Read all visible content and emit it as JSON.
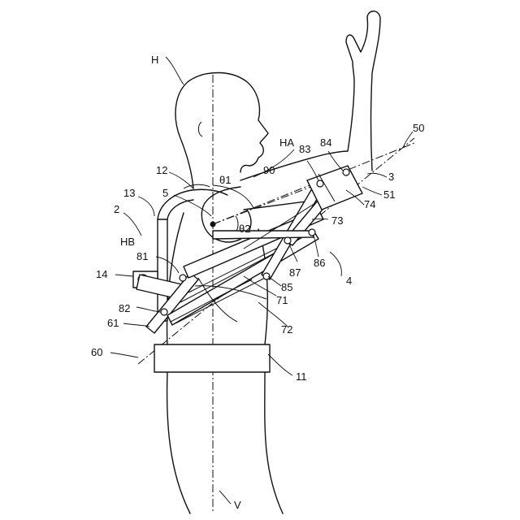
{
  "labels": {
    "H": "H",
    "HA": "HA",
    "HB": "HB",
    "V": "V",
    "theta1": "θ1",
    "theta2": "θ2",
    "n2": "2",
    "n3": "3",
    "n4": "4",
    "n5": "5",
    "n11": "11",
    "n12": "12",
    "n13": "13",
    "n14": "14",
    "n50": "50",
    "n51": "51",
    "n60": "60",
    "n61": "61",
    "n71": "71",
    "n72": "72",
    "n73": "73",
    "n74": "74",
    "n81": "81",
    "n82": "82",
    "n83": "83",
    "n84": "84",
    "n85": "85",
    "n86": "86",
    "n87": "87",
    "n90": "90"
  }
}
